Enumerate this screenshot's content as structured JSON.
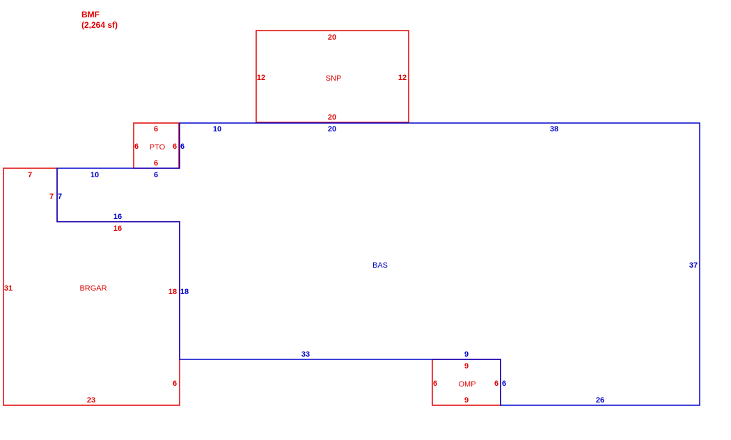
{
  "header": {
    "code": "BMF",
    "total_area": "(2,264 sf)"
  },
  "colors": {
    "living": "#0000cc",
    "other": "#e00000"
  },
  "areas": {
    "snp": {
      "code": "SNP",
      "dims": {
        "top": "20",
        "left": "12",
        "right": "12",
        "bottom": "20"
      }
    },
    "pto": {
      "code": "PTO",
      "dims": {
        "top": "6",
        "left": "6",
        "right": "6",
        "bottom": "6"
      }
    },
    "brgar": {
      "code": "BRGAR",
      "dims": {
        "top": "7",
        "inner_vert": "7",
        "inner_horiz": "16",
        "left": "31",
        "right_upper": "18",
        "right_lower": "6",
        "bottom": "23"
      }
    },
    "omp": {
      "code": "OMP",
      "dims": {
        "top": "9",
        "left": "6",
        "right": "6",
        "bottom": "9"
      }
    },
    "bas": {
      "code": "BAS",
      "dims": {
        "top_left": "10",
        "top_mid": "20",
        "top_right": "38",
        "pto_side": "6",
        "step_top": "10",
        "step_pto": "6",
        "step_vert": "7",
        "step_horiz": "16",
        "left_vert": "18",
        "bottom_left": "33",
        "omp_top": "9",
        "omp_side": "6",
        "bottom_right": "26",
        "right": "37"
      }
    }
  }
}
